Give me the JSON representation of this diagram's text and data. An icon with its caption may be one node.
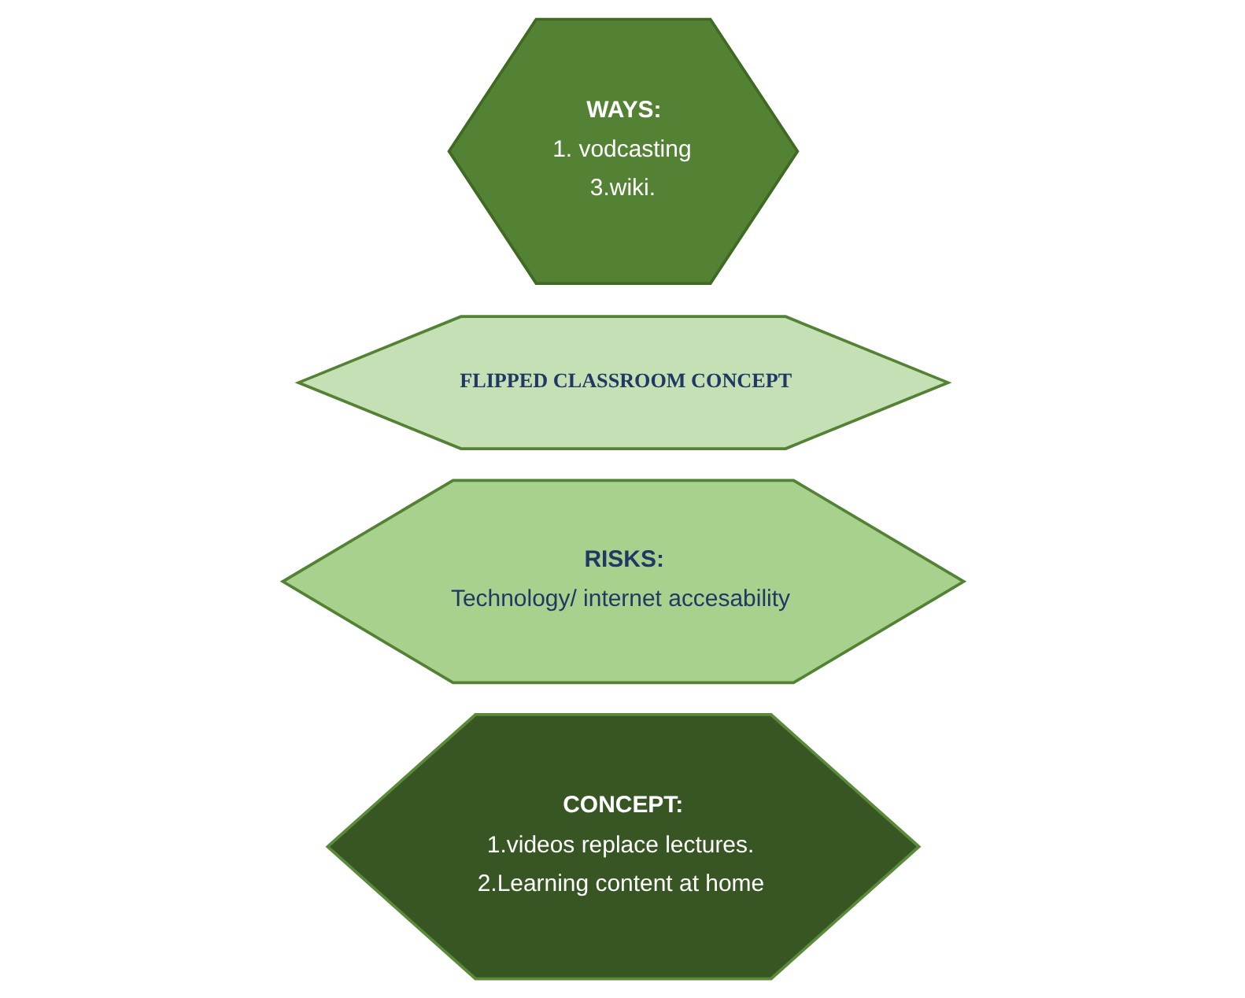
{
  "diagram": {
    "nodes": [
      {
        "text": [
          "CONCEPT:",
          "1.videos replace lectures.",
          "2.Learning content at home"
        ]
      },
      {
        "text": [
          "RISKS:",
          "Technology/ internet accesability"
        ]
      },
      {
        "text": [
          "FLIPPED CLASSROOM CONCEPT"
        ]
      },
      {
        "text": [
          "WAYS:",
          "1. vodcasting",
          "3.wiki."
        ]
      }
    ],
    "edges": []
  }
}
